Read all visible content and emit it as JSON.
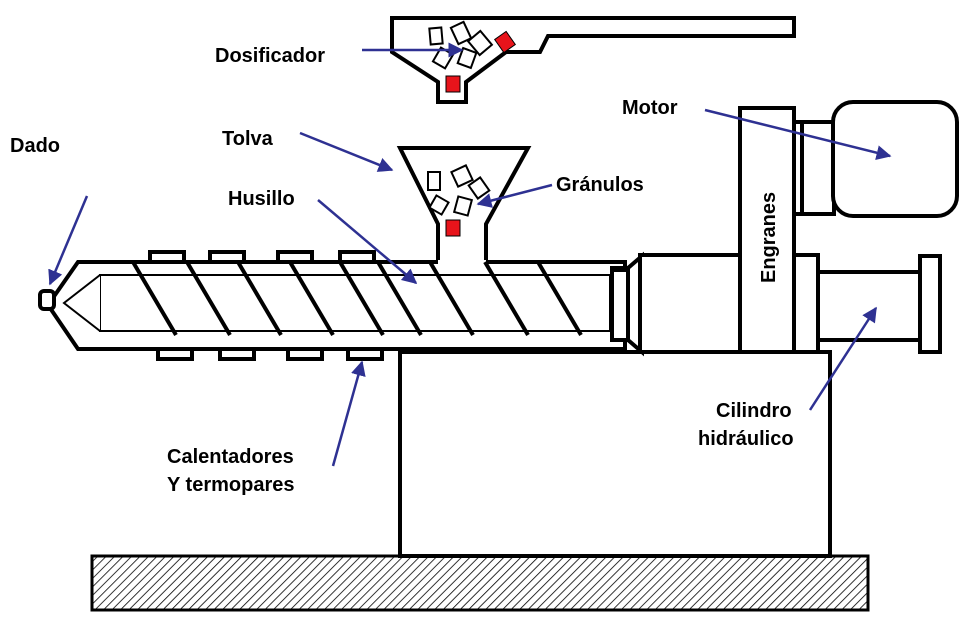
{
  "labels": {
    "dosificador": "Dosificador",
    "motor": "Motor",
    "dado": "Dado",
    "tolva": "Tolva",
    "granulos": "Gránulos",
    "husillo": "Husillo",
    "engranes": "Engranes",
    "cilindro_1": "Cilindro",
    "cilindro_2": "hidráulico",
    "calentadores_1": "Calentadores",
    "calentadores_2": "Y termopares"
  },
  "colors": {
    "arrow": "#2e3192",
    "pellet_red": "#e8141b",
    "outline": "#000000"
  }
}
